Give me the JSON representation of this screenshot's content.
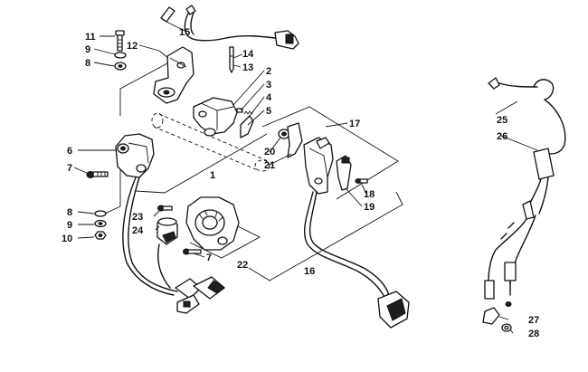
{
  "callouts": {
    "c1": "1",
    "c2": "2",
    "c3": "3",
    "c4": "4",
    "c5": "5",
    "c6": "6",
    "c7a": "7",
    "c7b": "7",
    "c8a": "8",
    "c8b": "8",
    "c9a": "9",
    "c9b": "9",
    "c10": "10",
    "c11": "11",
    "c12": "12",
    "c13": "13",
    "c14": "14",
    "c15": "15",
    "c16": "16",
    "c17": "17",
    "c18": "18",
    "c19": "19",
    "c20": "20",
    "c21": "21",
    "c22": "22",
    "c23": "23",
    "c24": "24",
    "c25": "25",
    "c26": "26",
    "c27": "27",
    "c28": "28"
  }
}
